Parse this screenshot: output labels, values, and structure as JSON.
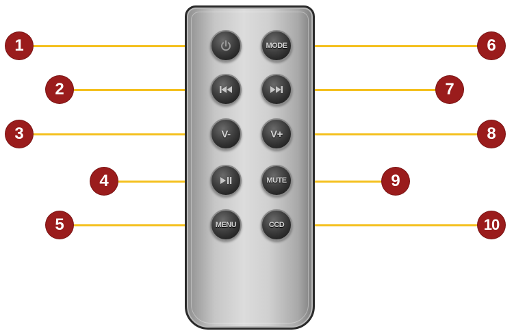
{
  "callouts": [
    "1",
    "2",
    "3",
    "4",
    "5",
    "6",
    "7",
    "8",
    "9",
    "10"
  ],
  "buttons": {
    "power": {
      "icon": "power-icon"
    },
    "mode": {
      "label": "MODE"
    },
    "previous": {
      "icon": "skip-previous-icon"
    },
    "next": {
      "icon": "skip-next-icon"
    },
    "volume_down": {
      "label": "V-"
    },
    "volume_up": {
      "label": "V+"
    },
    "play_pause": {
      "icon": "play-pause-icon"
    },
    "mute": {
      "label": "MUTE"
    },
    "menu": {
      "label": "MENU"
    },
    "ccd": {
      "label": "CCD"
    }
  },
  "colors": {
    "callout": "#9a1c1c",
    "leader_line": "#f4c01e",
    "button": "#2e2e2e",
    "remote_body": "#c6c6c6"
  }
}
